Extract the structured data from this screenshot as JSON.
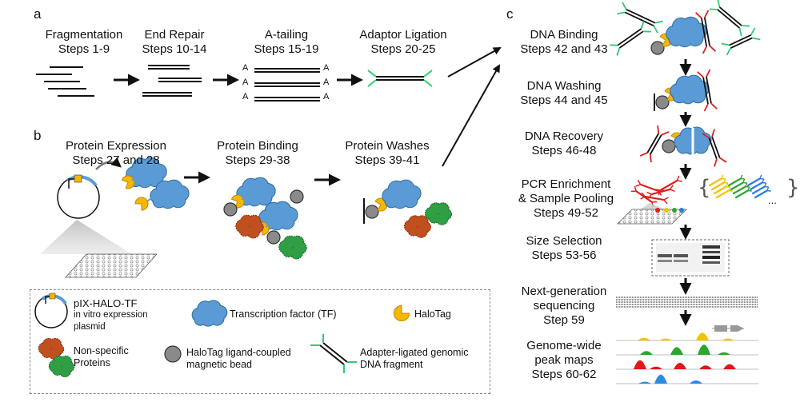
{
  "panels": {
    "a": "a",
    "b": "b",
    "c": "c"
  },
  "steps_a": [
    {
      "title": "Fragmentation",
      "steps": "Steps 1-9"
    },
    {
      "title": "End Repair",
      "steps": "Steps 10-14"
    },
    {
      "title": "A-tailing",
      "steps": "Steps 15-19"
    },
    {
      "title": "Adaptor Ligation",
      "steps": "Steps 20-25"
    }
  ],
  "a_label": "A",
  "steps_b": [
    {
      "title": "Protein Expression",
      "steps": "Steps 27 and 28"
    },
    {
      "title": "Protein Binding",
      "steps": "Steps 29-38"
    },
    {
      "title": "Protein Washes",
      "steps": "Steps 39-41"
    }
  ],
  "steps_c": [
    {
      "title": "DNA Binding",
      "steps": "Steps 42 and 43"
    },
    {
      "title": "DNA Washing",
      "steps": "Steps 44 and 45"
    },
    {
      "title": "DNA Recovery",
      "steps": "Steps 46-48"
    },
    {
      "title": "PCR Enrichment",
      "title2": "& Sample Pooling",
      "steps": "Steps 49-52"
    },
    {
      "title": "Size Selection",
      "steps": "Steps 53-56"
    },
    {
      "title": "Next-generation",
      "title2": "sequencing",
      "steps": "Step 59"
    },
    {
      "title": "Genome-wide",
      "title2": "peak maps",
      "steps": "Steps 60-62"
    }
  ],
  "ellipsis": "...",
  "legend": {
    "plasmid_line1": "pIX-HALO-TF",
    "plasmid_line2": "in vitro expression",
    "plasmid_line3": "plasmid",
    "tf": "Transcription factor (TF)",
    "halotag": "HaloTag",
    "nonspecific_line1": "Non-specific",
    "nonspecific_line2": "Proteins",
    "bead_line1": "HaloTag ligand-coupled",
    "bead_line2": "magnetic bead",
    "dna_line1": "Adapter-ligated genomic",
    "dna_line2": "DNA fragment"
  },
  "colors": {
    "tf": "#5b9bd5",
    "tf_stroke": "#2e6da4",
    "halotag": "#f5b800",
    "halotag_stroke": "#c08a00",
    "bead": "#8a8a8a",
    "orange": "#c0501f",
    "green": "#2f9e44",
    "adapter": "#2ecc71",
    "red": "#e02020",
    "plasmid_arrow": "#5b9bd5",
    "promoter": "#f5b800",
    "peak_yellow": "#f2c200",
    "peak_green": "#2ea52e",
    "peak_red": "#e01818",
    "peak_blue": "#2b8be0",
    "pool_yellow": "#f2c200",
    "pool_blue": "#2b7be0",
    "pool_green": "#2ea52e"
  }
}
